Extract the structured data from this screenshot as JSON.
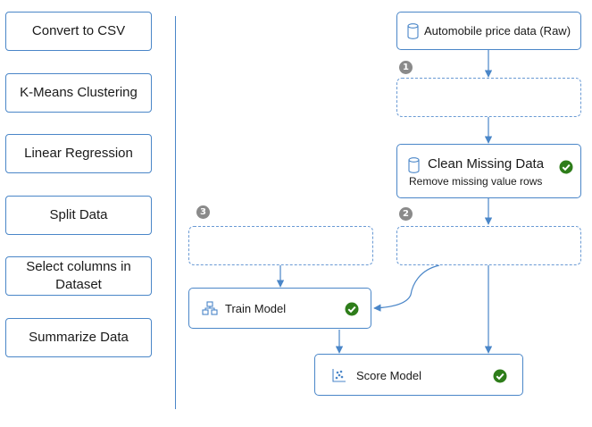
{
  "palette": {
    "items": [
      {
        "label": "Convert to CSV"
      },
      {
        "label": "K-Means Clustering"
      },
      {
        "label": "Linear Regression"
      },
      {
        "label": "Split Data"
      },
      {
        "label": "Select columns in\nDataset"
      },
      {
        "label": "Summarize Data"
      }
    ]
  },
  "canvas": {
    "dataset_node": {
      "label": "Automobile price data (Raw)",
      "icon": "cylinder-icon"
    },
    "clean_node": {
      "title": "Clean Missing Data",
      "subtitle": "Remove missing value rows",
      "icon": "cylinder-icon",
      "status": "check-icon"
    },
    "train_node": {
      "label": "Train Model",
      "icon": "train-model-icon",
      "status": "check-icon"
    },
    "score_node": {
      "label": "Score Model",
      "icon": "scatter-icon",
      "status": "check-icon"
    },
    "step_badges": [
      "1",
      "2",
      "3"
    ]
  },
  "colors": {
    "accent": "#4a86c8",
    "success": "#2e7d1a",
    "badge": "#8a8a8a"
  }
}
